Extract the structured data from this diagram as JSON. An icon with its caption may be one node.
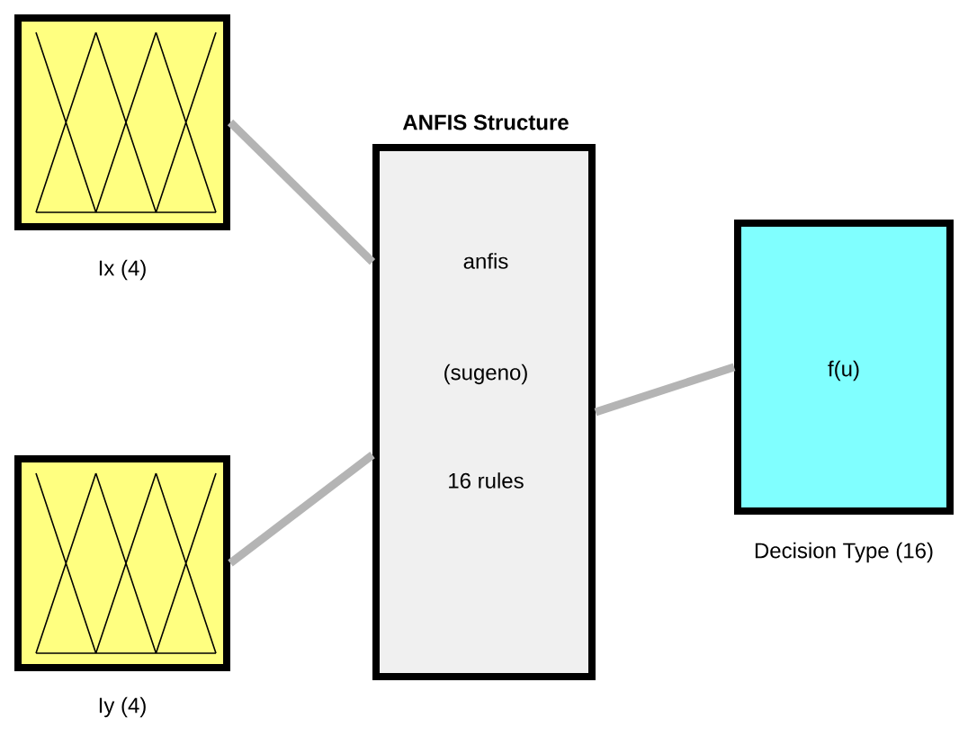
{
  "diagram": {
    "nodes": [
      {
        "text": [
          "Ix (4)"
        ]
      },
      {
        "text": [
          "Iy (4)"
        ]
      },
      {
        "text": [
          "ANFIS Structure",
          "anfis",
          "(sugeno)",
          "16 rules"
        ]
      },
      {
        "text": [
          "f(u)",
          "Decision Type (16)"
        ]
      }
    ],
    "edges": [
      {
        "from": 0,
        "to": 2,
        "arrow": "none"
      },
      {
        "from": 1,
        "to": 2,
        "arrow": "none"
      },
      {
        "from": 2,
        "to": 3,
        "arrow": "none"
      }
    ]
  }
}
